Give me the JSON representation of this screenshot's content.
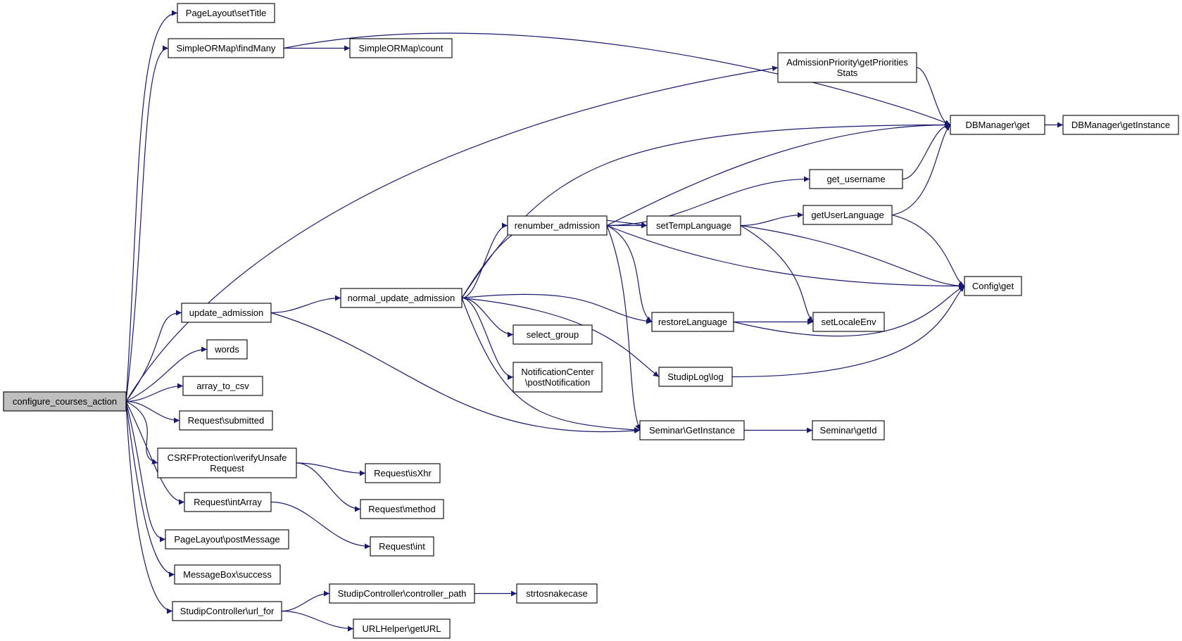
{
  "colors": {
    "edge": "#191970",
    "root_fill": "#bfbfbf",
    "node_fill": "#ffffff",
    "node_stroke": "#000000"
  },
  "nodes": [
    {
      "id": "root",
      "lines": [
        "configure_courses_action"
      ]
    },
    {
      "id": "pl_settitle",
      "lines": [
        "PageLayout\\setTitle"
      ]
    },
    {
      "id": "sorm_findmany",
      "lines": [
        "SimpleORMap\\findMany"
      ]
    },
    {
      "id": "sorm_count",
      "lines": [
        "SimpleORMap\\count"
      ]
    },
    {
      "id": "ap_stats",
      "lines": [
        "AdmissionPriority\\getPriorities",
        "Stats"
      ]
    },
    {
      "id": "db_get",
      "lines": [
        "DBManager\\get"
      ]
    },
    {
      "id": "db_getinstance",
      "lines": [
        "DBManager\\getInstance"
      ]
    },
    {
      "id": "get_username",
      "lines": [
        "get_username"
      ]
    },
    {
      "id": "renumber",
      "lines": [
        "renumber_admission"
      ]
    },
    {
      "id": "settemplang",
      "lines": [
        "setTempLanguage"
      ]
    },
    {
      "id": "getuserlang",
      "lines": [
        "getUserLanguage"
      ]
    },
    {
      "id": "config_get",
      "lines": [
        "Config\\get"
      ]
    },
    {
      "id": "update_adm",
      "lines": [
        "update_admission"
      ]
    },
    {
      "id": "normal_update",
      "lines": [
        "normal_update_admission"
      ]
    },
    {
      "id": "restorelang",
      "lines": [
        "restoreLanguage"
      ]
    },
    {
      "id": "setlocale",
      "lines": [
        "setLocaleEnv"
      ]
    },
    {
      "id": "select_group",
      "lines": [
        "select_group"
      ]
    },
    {
      "id": "words",
      "lines": [
        "words"
      ]
    },
    {
      "id": "notif",
      "lines": [
        "NotificationCenter",
        "\\postNotification"
      ]
    },
    {
      "id": "studiplog",
      "lines": [
        "StudipLog\\log"
      ]
    },
    {
      "id": "array_to_csv",
      "lines": [
        "array_to_csv"
      ]
    },
    {
      "id": "req_submitted",
      "lines": [
        "Request\\submitted"
      ]
    },
    {
      "id": "sem_getinstance",
      "lines": [
        "Seminar\\GetInstance"
      ]
    },
    {
      "id": "sem_getid",
      "lines": [
        "Seminar\\getId"
      ]
    },
    {
      "id": "csrf",
      "lines": [
        "CSRFProtection\\verifyUnsafe",
        "Request"
      ]
    },
    {
      "id": "req_isxhr",
      "lines": [
        "Request\\isXhr"
      ]
    },
    {
      "id": "req_intarray",
      "lines": [
        "Request\\intArray"
      ]
    },
    {
      "id": "req_method",
      "lines": [
        "Request\\method"
      ]
    },
    {
      "id": "pl_postmsg",
      "lines": [
        "PageLayout\\postMessage"
      ]
    },
    {
      "id": "req_int",
      "lines": [
        "Request\\int"
      ]
    },
    {
      "id": "mb_success",
      "lines": [
        "MessageBox\\success"
      ]
    },
    {
      "id": "sc_ctrlpath",
      "lines": [
        "StudipController\\controller_path"
      ]
    },
    {
      "id": "strtosnake",
      "lines": [
        "strtosnakecase"
      ]
    },
    {
      "id": "sc_urlfor",
      "lines": [
        "StudipController\\url_for"
      ]
    },
    {
      "id": "urlhelper",
      "lines": [
        "URLHelper\\getURL"
      ]
    }
  ],
  "edges": [
    [
      "root",
      "pl_settitle"
    ],
    [
      "root",
      "sorm_findmany"
    ],
    [
      "root",
      "ap_stats"
    ],
    [
      "root",
      "update_adm"
    ],
    [
      "root",
      "words"
    ],
    [
      "root",
      "array_to_csv"
    ],
    [
      "root",
      "req_submitted"
    ],
    [
      "root",
      "csrf"
    ],
    [
      "root",
      "req_intarray"
    ],
    [
      "root",
      "pl_postmsg"
    ],
    [
      "root",
      "mb_success"
    ],
    [
      "root",
      "sc_urlfor"
    ],
    [
      "sorm_findmany",
      "sorm_count"
    ],
    [
      "sorm_findmany",
      "db_get"
    ],
    [
      "ap_stats",
      "db_get"
    ],
    [
      "db_get",
      "db_getinstance"
    ],
    [
      "update_adm",
      "normal_update"
    ],
    [
      "update_adm",
      "sem_getinstance"
    ],
    [
      "normal_update",
      "db_get"
    ],
    [
      "normal_update",
      "renumber"
    ],
    [
      "normal_update",
      "settemplang"
    ],
    [
      "normal_update",
      "restorelang"
    ],
    [
      "normal_update",
      "select_group"
    ],
    [
      "normal_update",
      "notif"
    ],
    [
      "normal_update",
      "studiplog"
    ],
    [
      "normal_update",
      "sem_getinstance"
    ],
    [
      "renumber",
      "db_get"
    ],
    [
      "renumber",
      "get_username"
    ],
    [
      "renumber",
      "settemplang"
    ],
    [
      "renumber",
      "config_get"
    ],
    [
      "renumber",
      "restorelang"
    ],
    [
      "renumber",
      "sem_getinstance"
    ],
    [
      "get_username",
      "db_get"
    ],
    [
      "settemplang",
      "getuserlang"
    ],
    [
      "settemplang",
      "config_get"
    ],
    [
      "settemplang",
      "setlocale"
    ],
    [
      "getuserlang",
      "db_get"
    ],
    [
      "getuserlang",
      "config_get"
    ],
    [
      "restorelang",
      "setlocale"
    ],
    [
      "restorelang",
      "config_get"
    ],
    [
      "studiplog",
      "config_get"
    ],
    [
      "sem_getinstance",
      "sem_getid"
    ],
    [
      "csrf",
      "req_isxhr"
    ],
    [
      "csrf",
      "req_method"
    ],
    [
      "req_intarray",
      "req_int"
    ],
    [
      "sc_urlfor",
      "sc_ctrlpath"
    ],
    [
      "sc_urlfor",
      "urlhelper"
    ],
    [
      "sc_ctrlpath",
      "strtosnake"
    ]
  ]
}
